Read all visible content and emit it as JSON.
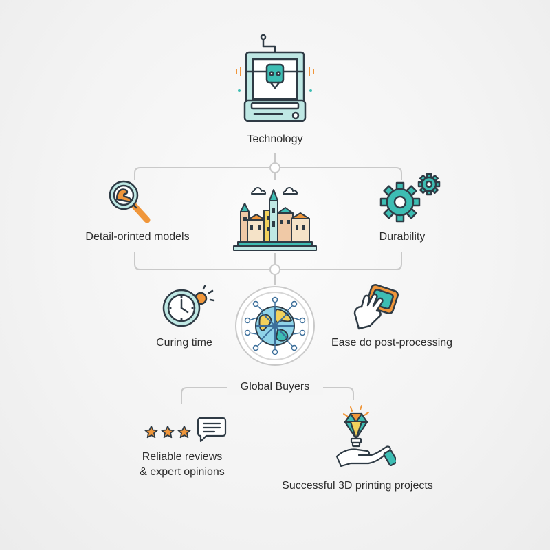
{
  "colors": {
    "teal": "#3dbdb3",
    "dark": "#2f3b45",
    "orange": "#f0963a",
    "line": "#c9c9c9",
    "yellow": "#f2d15c"
  },
  "nodes": {
    "technology": {
      "label": "Technology",
      "icon": "3d-printer-icon"
    },
    "detail": {
      "label": "Detail-orinted models",
      "icon": "magnifier-muscle-icon"
    },
    "center": {
      "icon": "city-model-icon"
    },
    "durability": {
      "label": "Durability",
      "icon": "gears-icon"
    },
    "curing": {
      "label": "Curing time",
      "icon": "clock-icon"
    },
    "global": {
      "label": "Global Buyers",
      "icon": "globe-network-icon"
    },
    "ease": {
      "label": "Ease do post-processing",
      "icon": "hand-sponge-icon"
    },
    "reviews": {
      "label_line1": "Reliable reviews",
      "label_line2": "& expert opinions",
      "icon": "stars-review-icon"
    },
    "projects": {
      "label": "Successful 3D printing projects",
      "icon": "hand-lightbulb-icon"
    }
  }
}
